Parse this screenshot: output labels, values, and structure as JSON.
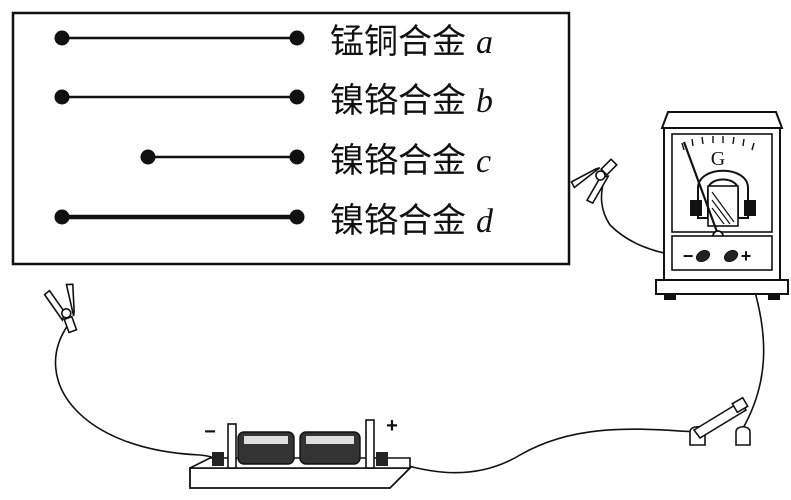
{
  "wires": [
    {
      "material": "锰铜合金",
      "label": "a"
    },
    {
      "material": "镍铬合金",
      "label": "b"
    },
    {
      "material": "镍铬合金",
      "label": "c"
    },
    {
      "material": "镍铬合金",
      "label": "d"
    }
  ],
  "galvanometer": {
    "symbol": "G",
    "minus_label": "−",
    "plus_label": "+"
  },
  "battery": {
    "minus_label": "−",
    "plus_label": "+"
  }
}
